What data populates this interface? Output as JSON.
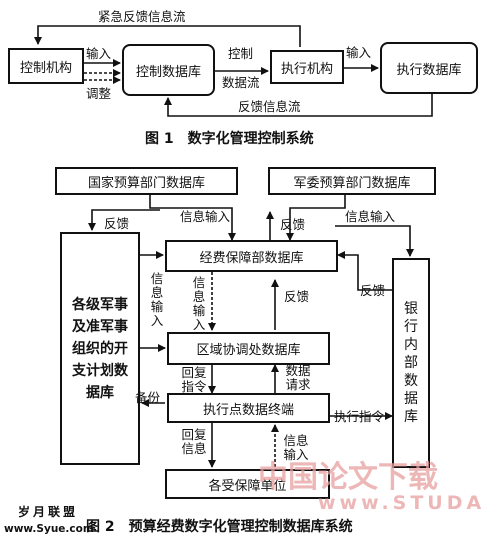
{
  "fig1": {
    "boxes": {
      "control_org": "控制机构",
      "control_db": "控制数据库",
      "exec_org": "执行机构",
      "exec_db": "执行数据库"
    },
    "labels": {
      "emergency_feedback": "紧急反馈信息流",
      "input": "输入",
      "adjust": "调整",
      "control": "控制",
      "data_flow": "数据流",
      "input2": "输入",
      "feedback_flow": "反馈信息流"
    },
    "caption": "图 1　数字化管理控制系统"
  },
  "fig2": {
    "boxes": {
      "national_db": "国家预算部门数据库",
      "military_db": "军委预算部门数据库",
      "support_dept_db": "经费保障部数据库",
      "regional_db": "区域协调处数据库",
      "exec_terminal": "执行点数据终端",
      "units": "各受保障单位",
      "plans_db": "各级军事及准军事组织的开支计划数据库",
      "bank_db": "银行内部数据库"
    },
    "labels": {
      "feedback_left": "反馈",
      "info_input_top": "信息输入",
      "feedback_top": "反馈",
      "info_input_right": "信息输入",
      "info_input_left": "信息输入",
      "info_input_mid": "信息输入",
      "feedback_mid": "反馈",
      "feedback_right": "反馈",
      "reply_cmd": "回复指令",
      "data_request": "数据请求",
      "backup": "备份",
      "exec_cmd": "执行指令",
      "reply_info": "回复信息",
      "info_input_bottom": "信息输入"
    },
    "caption": "图 2　预算经费数字化管理控制数据库系统"
  },
  "watermarks": {
    "brand": "中国论文下载",
    "site": "www.STUDA.",
    "corner_cn": "岁月联盟",
    "corner_url": "www.Syue.com"
  }
}
